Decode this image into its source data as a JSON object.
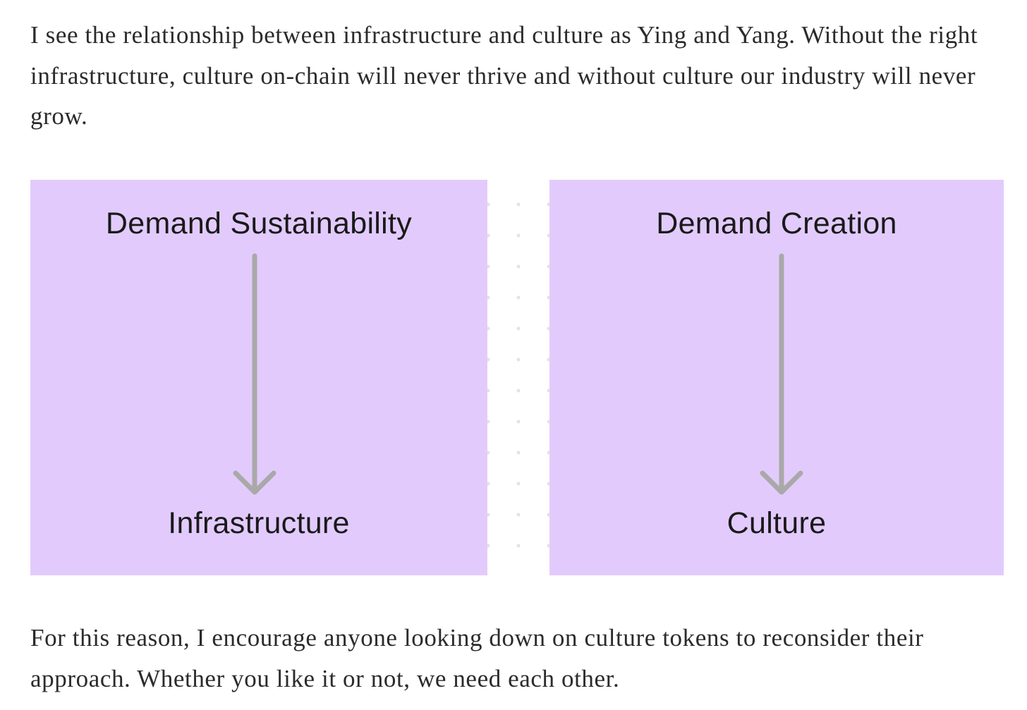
{
  "article": {
    "paragraph_top": "I see the relationship between infrastructure and culture as Ying and Yang. Without the right infrastructure, culture on-chain will never thrive and without culture our industry will never grow.",
    "paragraph_bottom": "For this reason, I encourage anyone looking down on culture tokens to reconsider their approach. Whether you like it or not, we need each other."
  },
  "diagram": {
    "left_panel": {
      "top_label": "Demand Sustainability",
      "bottom_label": "Infrastructure"
    },
    "right_panel": {
      "top_label": "Demand Creation",
      "bottom_label": "Culture"
    },
    "colors": {
      "panel_background": "#e2cbfc",
      "arrow": "#a9a9a9",
      "dots": "#e3e3e3"
    }
  }
}
